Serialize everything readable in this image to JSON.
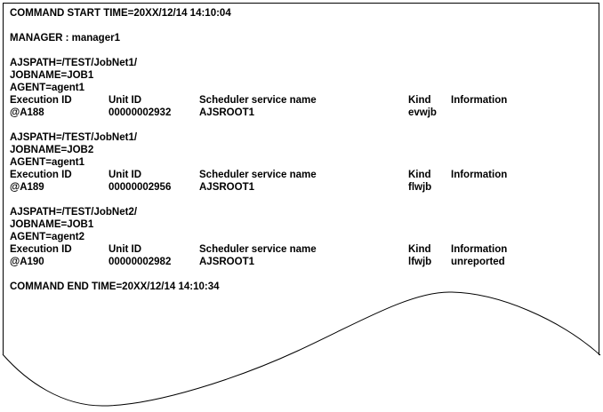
{
  "report": {
    "start_line": "COMMAND START TIME=20XX/12/14 14:10:04",
    "manager_line": "MANAGER : manager1",
    "end_line": "COMMAND END TIME=20XX/12/14 14:10:34",
    "columns": {
      "execution_id": "Execution ID",
      "unit_id": "Unit ID",
      "scheduler_service_name": "Scheduler service name",
      "kind": "Kind",
      "information": "Information"
    },
    "blocks": [
      {
        "ajspath": "AJSPATH=/TEST/JobNet1/",
        "jobname": "JOBNAME=JOB1",
        "agent": "AGENT=agent1",
        "entry": {
          "execution_id": "@A188",
          "unit_id": "00000002932",
          "scheduler_service_name": "AJSROOT1",
          "kind": "evwjb",
          "information": ""
        }
      },
      {
        "ajspath": "AJSPATH=/TEST/JobNet1/",
        "jobname": "JOBNAME=JOB2",
        "agent": "AGENT=agent1",
        "entry": {
          "execution_id": "@A189",
          "unit_id": "00000002956",
          "scheduler_service_name": "AJSROOT1",
          "kind": "flwjb",
          "information": ""
        }
      },
      {
        "ajspath": "AJSPATH=/TEST/JobNet2/",
        "jobname": "JOBNAME=JOB1",
        "agent": "AGENT=agent2",
        "entry": {
          "execution_id": "@A190",
          "unit_id": "00000002982",
          "scheduler_service_name": "AJSROOT1",
          "kind": "lfwjb",
          "information": "unreported"
        }
      }
    ]
  },
  "style": {
    "text_color": "#000000",
    "border_color": "#000000",
    "background": "#ffffff"
  }
}
